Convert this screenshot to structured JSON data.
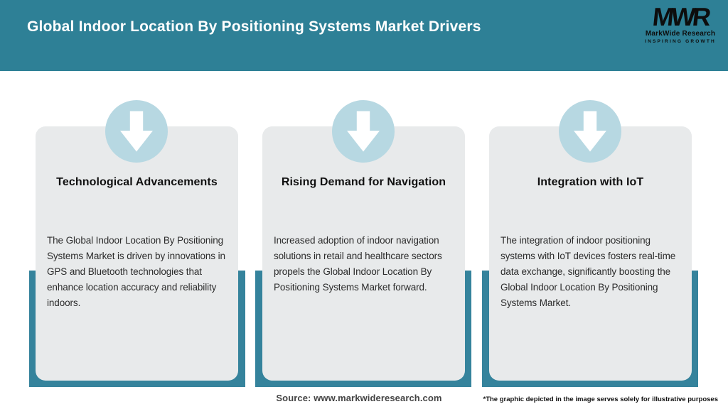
{
  "header": {
    "title": "Global Indoor Location By Positioning Systems Market Drivers",
    "logo": {
      "acronym": "MWR",
      "name": "MarkWide Research",
      "tagline": "INSPIRING GROWTH"
    }
  },
  "cards": [
    {
      "title": "Technological Advancements",
      "description": "The Global Indoor Location By Positioning Systems Market is driven by innovations in GPS and Bluetooth technologies that enhance location accuracy and reliability indoors."
    },
    {
      "title": "Rising Demand for Navigation",
      "description": "Increased adoption of indoor navigation solutions in retail and healthcare sectors propels the Global Indoor Location By Positioning Systems Market forward."
    },
    {
      "title": "Integration with IoT",
      "description": "The integration of indoor positioning systems with IoT devices fosters real-time data exchange, significantly boosting the Global Indoor Location By Positioning Systems Market."
    }
  ],
  "footer": {
    "source": "Source: www.markwideresearch.com",
    "disclaimer": "*The graphic depicted in the image serves solely for illustrative purposes"
  },
  "colors": {
    "header_teal": "#2e8096",
    "ribbon_teal": "#35839c",
    "card_gray": "#e8eaeb",
    "circle_blue": "#b7d8e2",
    "arrow_white": "#ffffff"
  },
  "icons": {
    "arrow": "down-arrow-icon"
  }
}
